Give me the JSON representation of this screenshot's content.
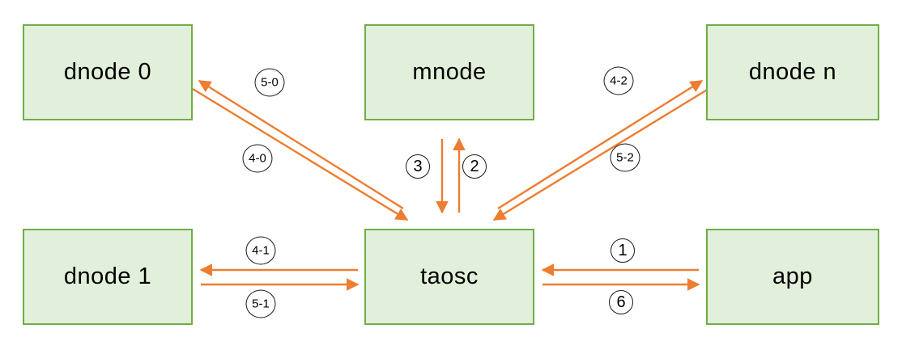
{
  "nodes": {
    "dnode0": "dnode 0",
    "mnode": "mnode",
    "dnoden": "dnode n",
    "dnode1": "dnode 1",
    "taosc": "taosc",
    "app": "app"
  },
  "edge_labels": {
    "e50": "5-0",
    "e40": "4-0",
    "c3": "3",
    "c2": "2",
    "e42": "4-2",
    "e52": "5-2",
    "e41": "4-1",
    "e51": "5-1",
    "c1": "1",
    "c6": "6"
  },
  "connections": [
    "dnode 0 ↔ taosc",
    "mnode ↔ taosc",
    "dnode n ↔ taosc",
    "dnode 1 ↔ taosc",
    "app ↔ taosc"
  ],
  "colors": {
    "node_fill": "#e2efda",
    "node_border": "#70ad47",
    "arrow": "#ed7d31",
    "label_border": "#1a1a1a",
    "text": "#000000"
  }
}
